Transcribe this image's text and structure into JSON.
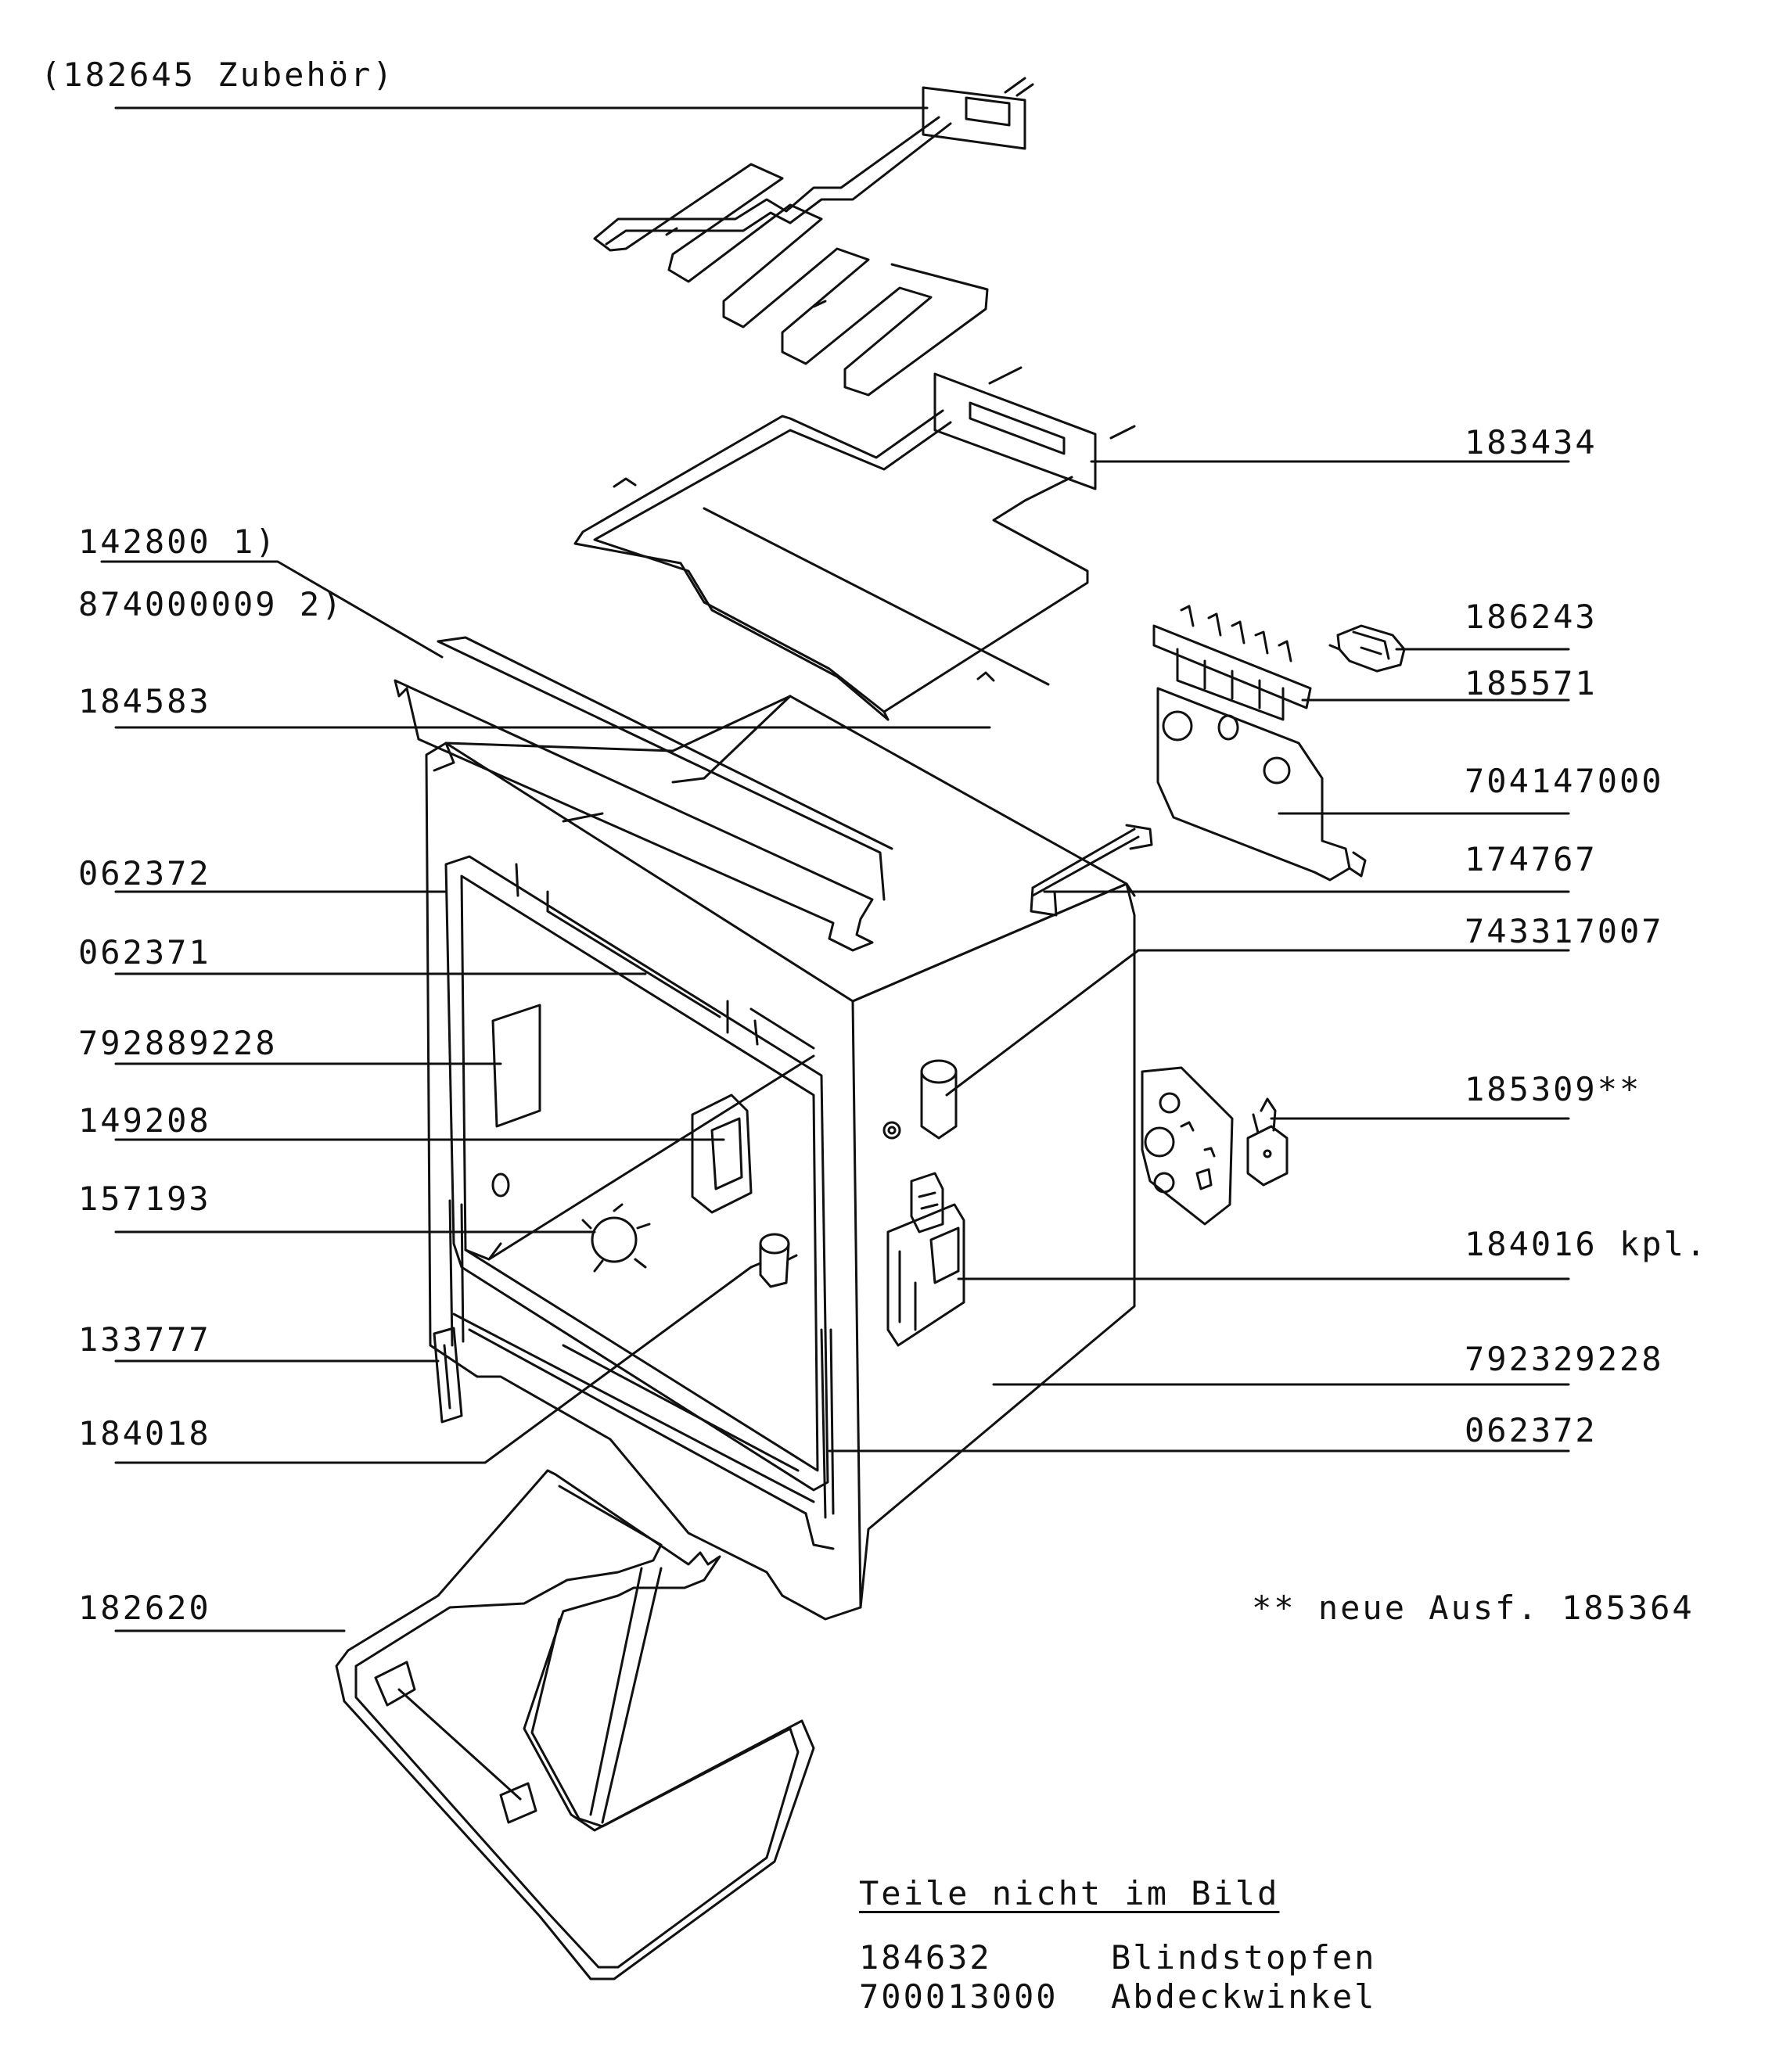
{
  "labels": {
    "accessory": "(182645 Zubehör)",
    "l_142800": "142800 1)",
    "l_874000009": "874000009 2)",
    "l_184583": "184583",
    "l_062372_a": "062372",
    "l_062371": "062371",
    "l_792889228": "792889228",
    "l_149208": "149208",
    "l_157193": "157193",
    "l_133777": "133777",
    "l_184018": "184018",
    "l_182620": "182620",
    "r_183434": "183434",
    "r_186243": "186243",
    "r_185571": "185571",
    "r_704147000": "704147000",
    "r_174767": "174767",
    "r_743317007": "743317007",
    "r_185309": "185309**",
    "r_184016": "184016 kpl.",
    "r_792329228": "792329228",
    "r_062372_b": "062372"
  },
  "footnote": "** neue Ausf. 185364",
  "parts_not_shown": {
    "heading": "Teile nicht im Bild",
    "items": [
      {
        "number": "184632",
        "name": "Blindstopfen"
      },
      {
        "number": "700013000",
        "name": "Abdeckwinkel"
      }
    ]
  }
}
